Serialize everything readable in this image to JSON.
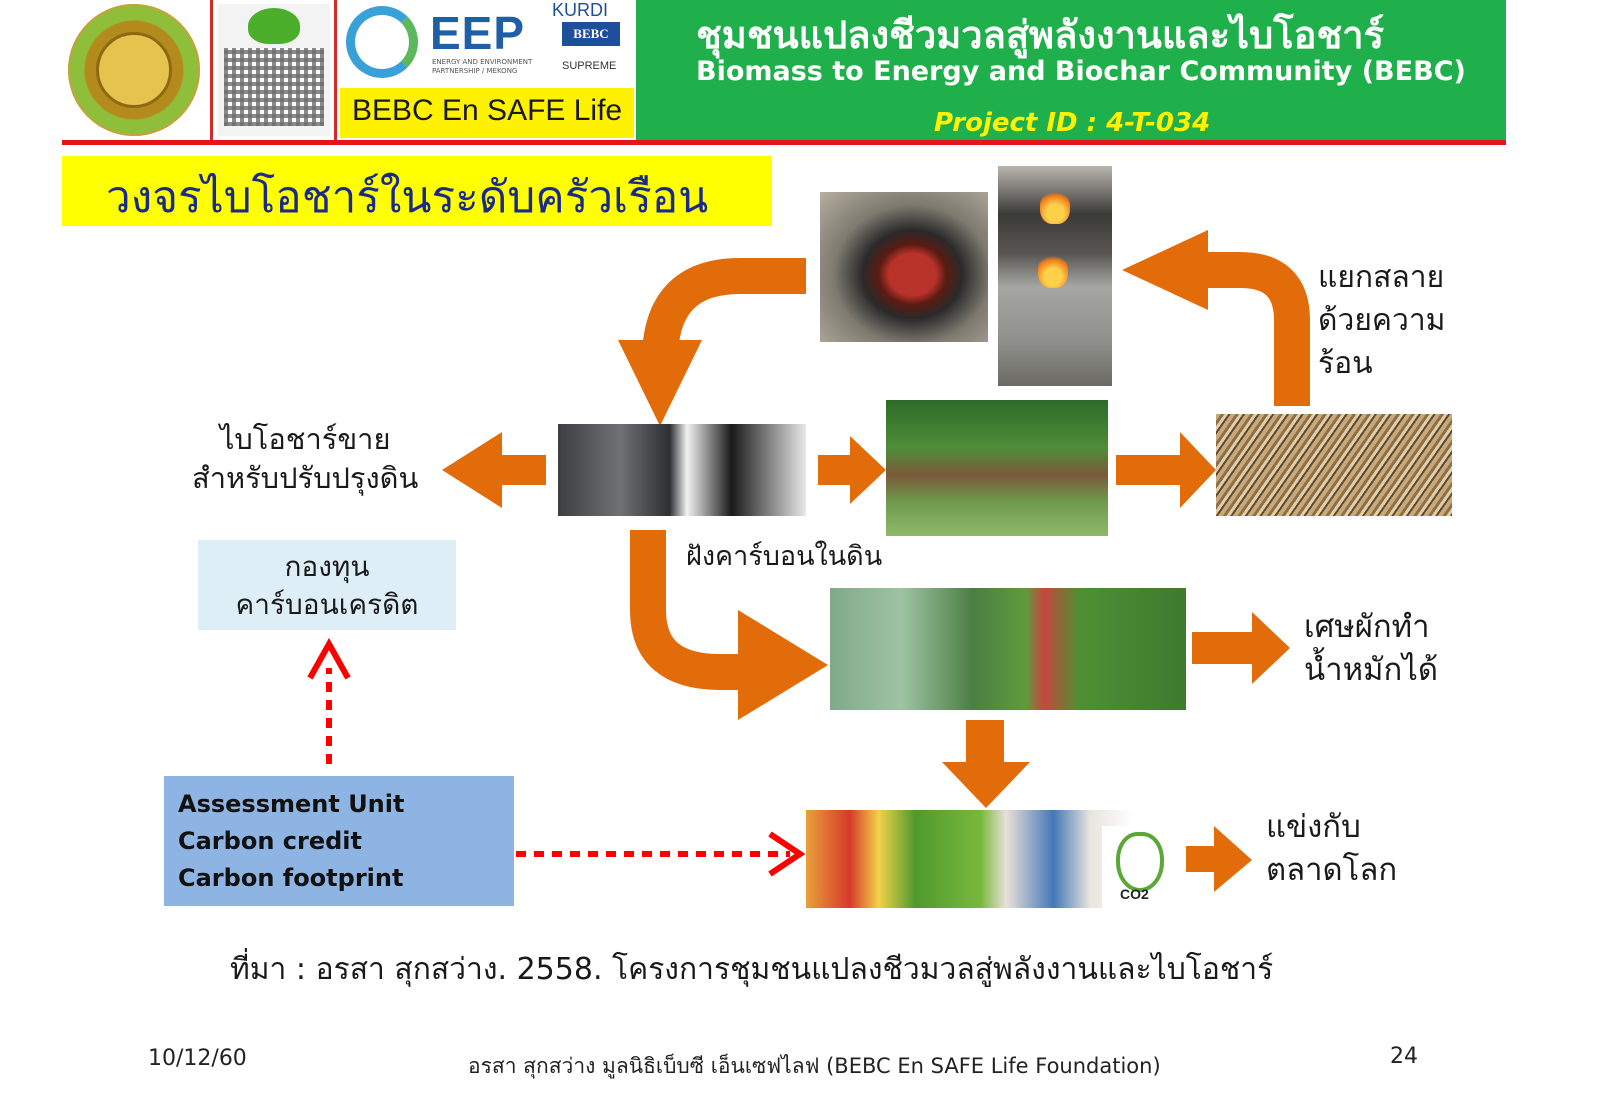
{
  "header": {
    "logo_tag": "BEBC En SAFE Life",
    "eep_name": "EEP",
    "eep_sub": "ENERGY AND ENVIRONMENT PARTNERSHIP / MEKONG",
    "kurdi": "KURDI",
    "bebc_box": "BEBC",
    "supreme": "SUPREME",
    "banner_thai": "ชุมชนแปลงชีวมวลสู่พลังงานและไบโอชาร์",
    "banner_en": "Biomass  to Energy and Biochar Community (BEBC)",
    "project_id": "Project ID : 4-T-034"
  },
  "title": "วงจรไบโอชาร์ในระดับครัวเรือน",
  "labels": {
    "pyrolysis_line1": "แยกสลาย",
    "pyrolysis_line2": "ด้วยความ",
    "pyrolysis_line3": "ร้อน",
    "sell_line1": "ไบโอชาร์ขาย",
    "sell_line2": "สำหรับปรับปรุงดิน",
    "bury": "ฝังคาร์บอนในดิน",
    "compost_line1": "เศษผักทำ",
    "compost_line2": "น้ำหมักได้",
    "compete_line1": "แข่งกับ",
    "compete_line2": "ตลาดโลก",
    "co2": "CO2"
  },
  "fund_box": {
    "line1": "กองทุน",
    "line2": "คาร์บอนเครดิต"
  },
  "assessment_box": {
    "line1": "Assessment  Unit",
    "line2": "Carbon credit",
    "line3": "Carbon footprint"
  },
  "source": "ที่มา : อรสา สุกสว่าง. 2558. โครงการชุมชนแปลงชีวมวลสู่พลังงานและไบโอชาร์",
  "footer": {
    "date": "10/12/60",
    "author": "อรสา สุกสว่าง   มูลนิธิเบ็บซี เอ็นเซฟไลฟ (BEBC En SAFE Life Foundation)",
    "page": "24"
  },
  "colors": {
    "arrow": "#e36c0a",
    "banner_green": "#1faf4b",
    "title_yellow": "#ffff00",
    "dotted_red": "#ff0000",
    "assess_blue": "#8eb4e3",
    "fund_blue": "#deeef6"
  }
}
